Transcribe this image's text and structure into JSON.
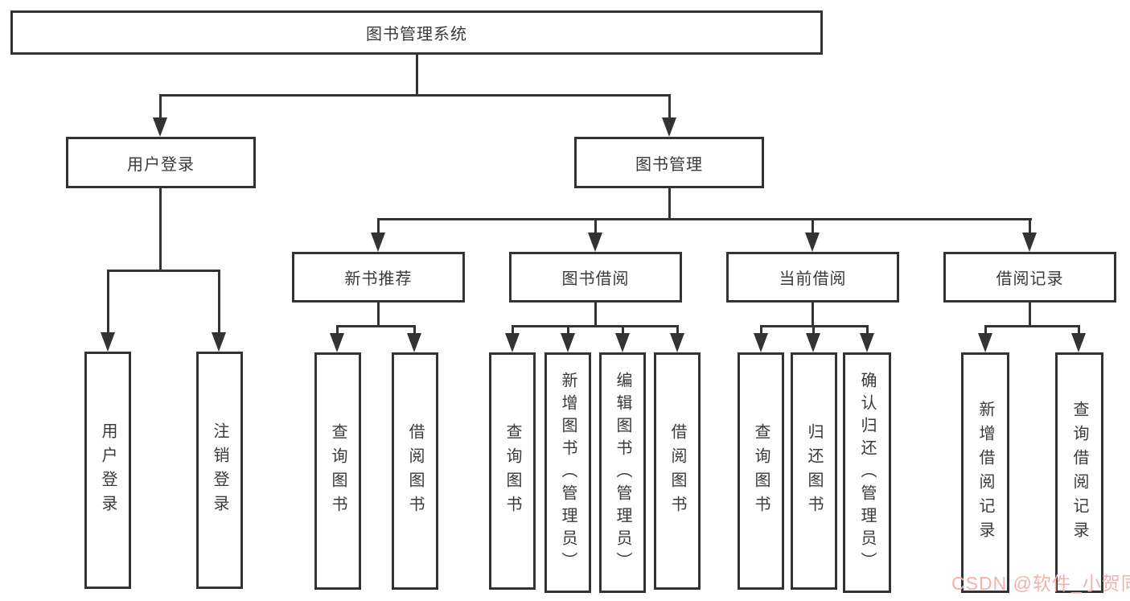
{
  "diagram": {
    "watermark": "CSDN @软件_小贺同学",
    "colors": {
      "line": "#333333",
      "text": "#3a3a3a",
      "watermark": "#f0b2aa",
      "background": "#ffffff"
    },
    "tree": {
      "label": "图书管理系统",
      "children": [
        {
          "label": "用户登录",
          "children": [
            {
              "label": "用户登录"
            },
            {
              "label": "注销登录"
            }
          ]
        },
        {
          "label": "图书管理",
          "children": [
            {
              "label": "新书推荐",
              "children": [
                {
                  "label": "查询图书"
                },
                {
                  "label": "借阅图书"
                }
              ]
            },
            {
              "label": "图书借阅",
              "children": [
                {
                  "label": "查询图书"
                },
                {
                  "label": "新增图书（管理员）"
                },
                {
                  "label": "编辑图书（管理员）"
                },
                {
                  "label": "借阅图书"
                }
              ]
            },
            {
              "label": "当前借阅",
              "children": [
                {
                  "label": "查询图书"
                },
                {
                  "label": "归还图书"
                },
                {
                  "label": "确认归还（管理员）"
                }
              ]
            },
            {
              "label": "借阅记录",
              "children": [
                {
                  "label": "新增借阅记录"
                },
                {
                  "label": "查询借阅记录"
                }
              ]
            }
          ]
        }
      ]
    }
  }
}
